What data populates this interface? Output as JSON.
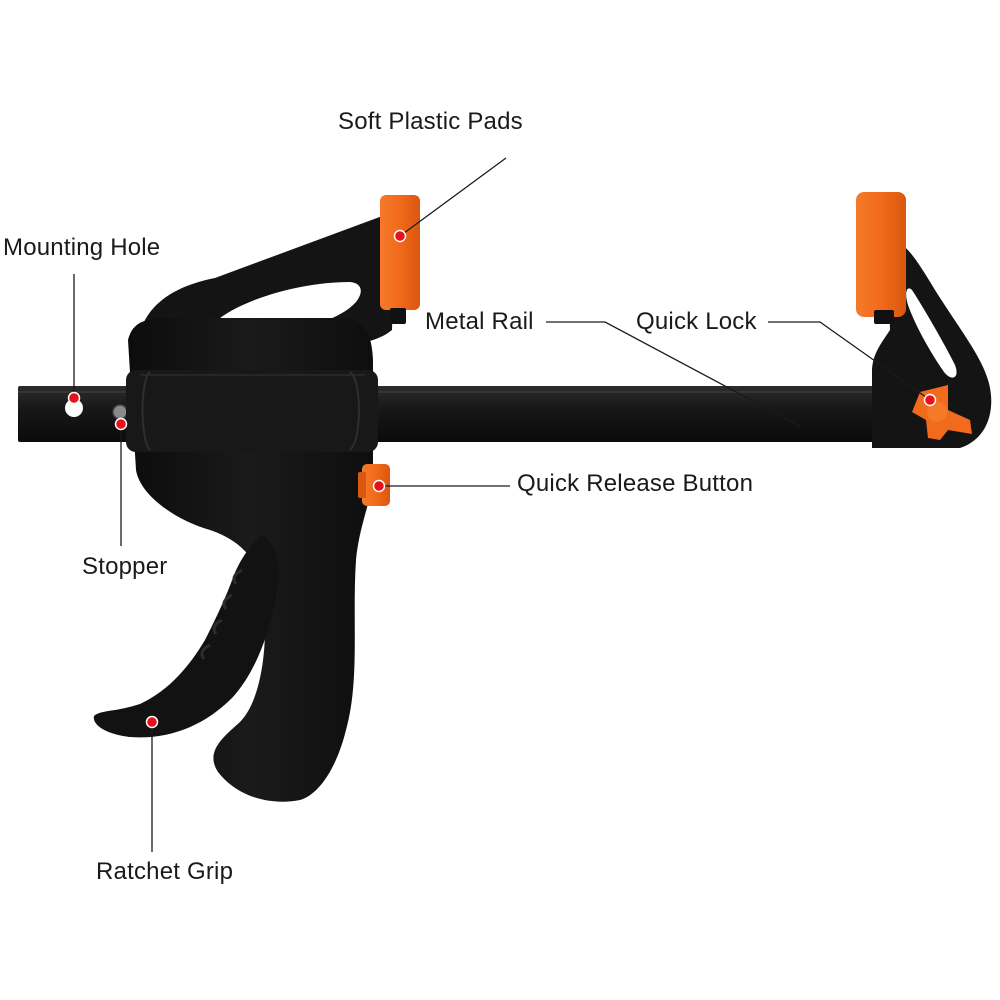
{
  "labels": {
    "soft_plastic_pads": "Soft Plastic Pads",
    "mounting_hole": "Mounting Hole",
    "metal_rail": "Metal Rail",
    "quick_lock": "Quick Lock",
    "quick_release_button": "Quick Release Button",
    "stopper": "Stopper",
    "ratchet_grip": "Ratchet Grip"
  },
  "colors": {
    "body": "#141414",
    "rail": "#1c1c1c",
    "accent": "#f26a1b",
    "marker": "#e8101c",
    "leader": "#1a1a1a"
  }
}
